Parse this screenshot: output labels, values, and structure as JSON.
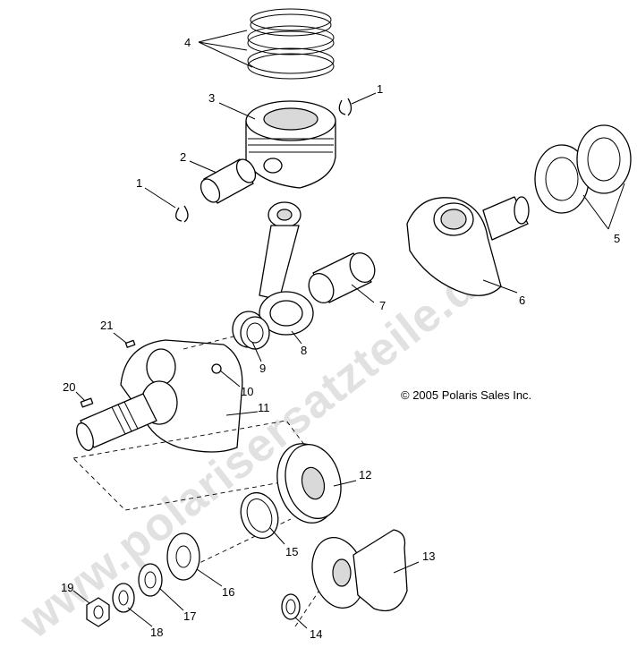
{
  "watermark": "www.polarisersatzteile.de",
  "copyright": "© 2005 Polaris Sales Inc.",
  "callouts": {
    "c1a": "1",
    "c1b": "1",
    "c2": "2",
    "c3": "3",
    "c4": "4",
    "c5": "5",
    "c6": "6",
    "c7": "7",
    "c8": "8",
    "c9": "9",
    "c10": "10",
    "c11": "11",
    "c12": "12",
    "c13": "13",
    "c14": "14",
    "c15": "15",
    "c16": "16",
    "c17": "17",
    "c18": "18",
    "c19": "19",
    "c20": "20",
    "c21": "21"
  },
  "colors": {
    "line": "#000000",
    "watermark": "#c8c8c8",
    "background": "#ffffff"
  }
}
